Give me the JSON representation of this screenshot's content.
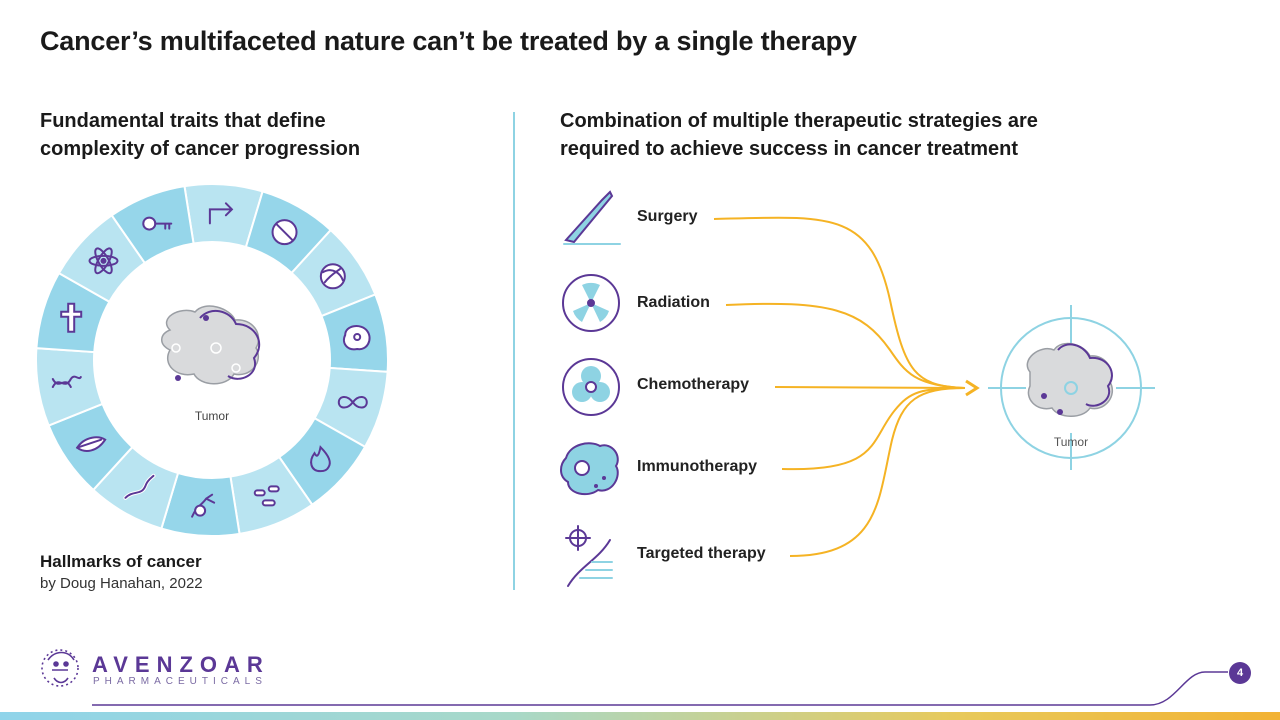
{
  "title": "Cancer’s multifaceted nature can’t be treated by a single therapy",
  "left": {
    "heading_line1": "Fundamental traits that define",
    "heading_line2": "complexity of cancer progression",
    "center_label": "Tumor",
    "credit_title": "Hallmarks of cancer",
    "credit_author": "by Doug Hanahan, 2022",
    "hallmark_icons": [
      "arrow-icon",
      "slash-circle-icon",
      "yarn-ball-icon",
      "cell-icon",
      "infinity-icon",
      "flame-icon",
      "bacteria-icon",
      "neuron-icon",
      "vessel-icon",
      "leaf-icon",
      "dna-icon",
      "cross-icon",
      "atom-icon",
      "key-icon"
    ]
  },
  "right": {
    "heading_line1": "Combination of multiple therapeutic strategies are",
    "heading_line2": "required to achieve success in cancer treatment",
    "therapies": [
      {
        "label": "Surgery",
        "icon": "scalpel-icon"
      },
      {
        "label": "Radiation",
        "icon": "radiation-icon"
      },
      {
        "label": "Chemotherapy",
        "icon": "biohazard-icon"
      },
      {
        "label": "Immunotherapy",
        "icon": "immune-cell-icon"
      },
      {
        "label": "Targeted therapy",
        "icon": "target-dna-icon"
      }
    ],
    "target_label": "Tumor"
  },
  "footer": {
    "brand": "AVENZOAR",
    "brand_sub": "PHARMACEUTICALS",
    "page": "4"
  },
  "colors": {
    "purple": "#5b3896",
    "light_blue": "#8ed3e3",
    "orange": "#f5b324"
  }
}
